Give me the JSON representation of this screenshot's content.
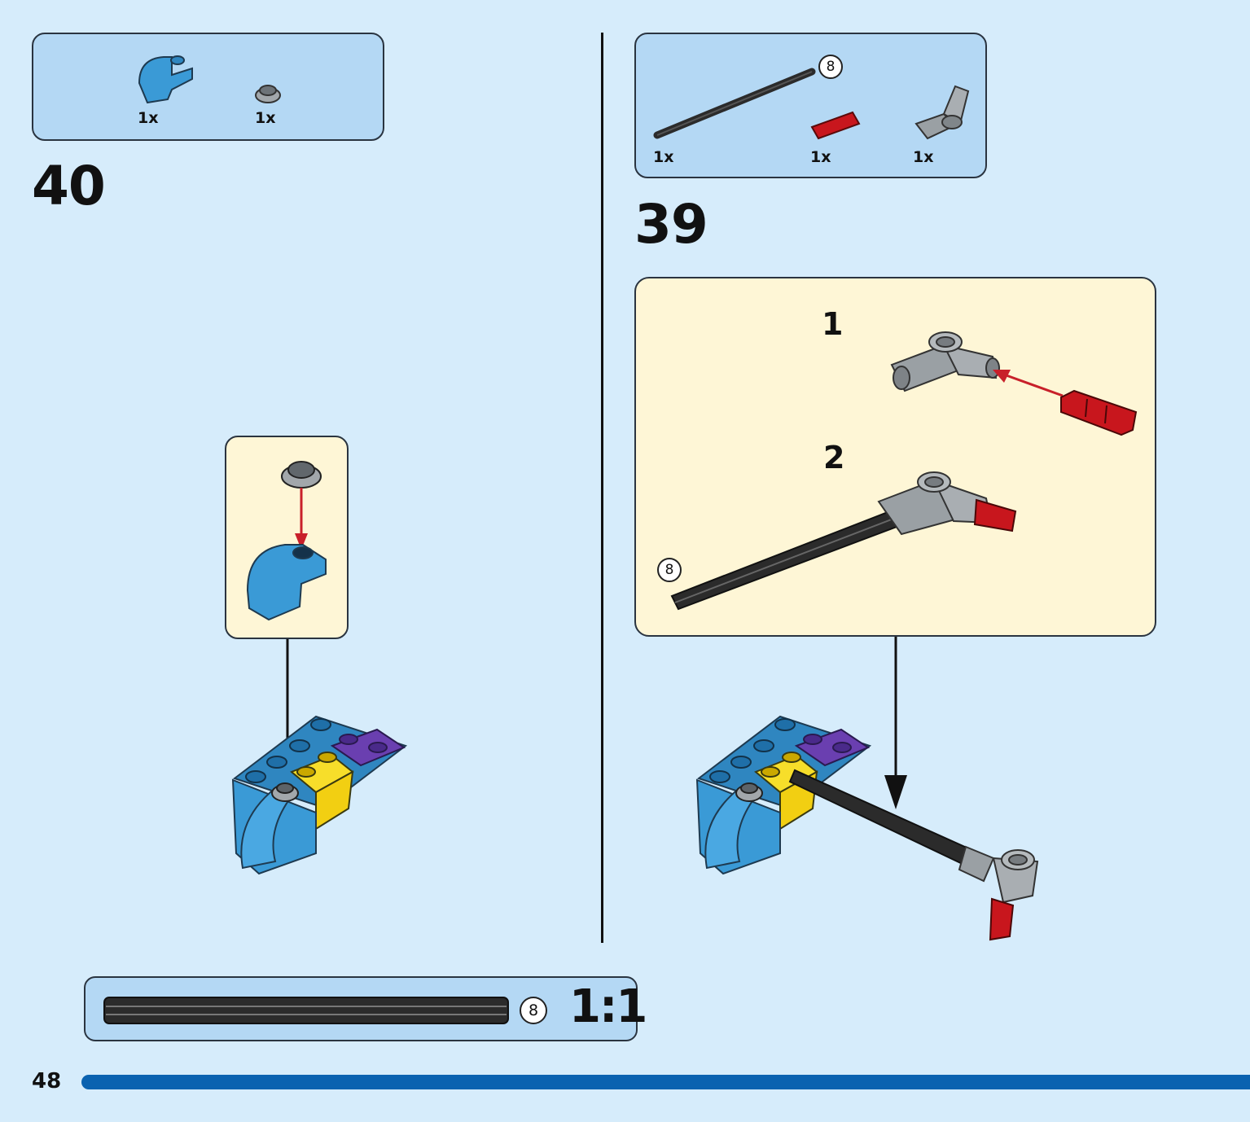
{
  "page": {
    "number": "48",
    "colors": {
      "background": "#d6ecfb",
      "parts_box": "#b4d8f4",
      "sub_assembly": "#fef6d6",
      "progress_bar": "#0a62b0",
      "brick_blue": "#3a9ad6",
      "brick_yellow": "#f7de2a",
      "brick_purple": "#6a3fb0",
      "axle_red": "#c8161d",
      "axle_black": "#2b2b2b",
      "connector_gray": "#9aa0a4"
    }
  },
  "step40": {
    "number": "40",
    "parts": [
      {
        "icon": "blue-curved-slope-brick-icon",
        "qty": "1x"
      },
      {
        "icon": "gray-round-plate-icon",
        "qty": "1x"
      }
    ]
  },
  "step39": {
    "number": "39",
    "parts": [
      {
        "icon": "black-axle-icon",
        "qty": "1x",
        "length": "8"
      },
      {
        "icon": "red-axle-pin-icon",
        "qty": "1x"
      },
      {
        "icon": "gray-angle-connector-icon",
        "qty": "1x"
      }
    ],
    "substeps": [
      "1",
      "2"
    ],
    "axle_length": "8"
  },
  "scale_reference": {
    "length": "8",
    "scale": "1:1"
  }
}
